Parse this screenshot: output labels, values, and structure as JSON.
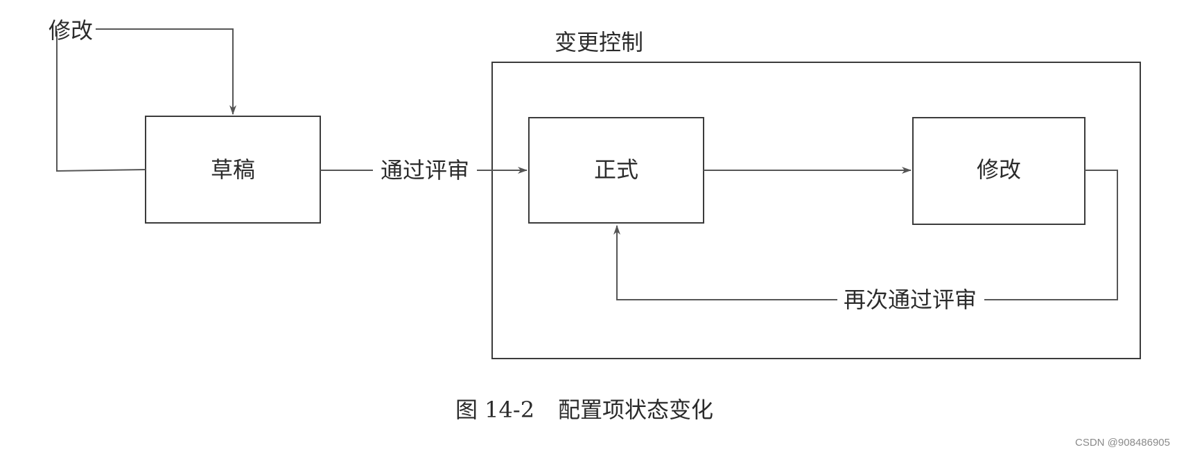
{
  "diagram": {
    "states": {
      "draft": "草稿",
      "formal": "正式",
      "modify": "修改"
    },
    "labels": {
      "self_loop": "修改",
      "pass_review": "通过评审",
      "pass_review_again": "再次通过评审",
      "change_control": "变更控制"
    }
  },
  "caption": {
    "figure_number": "图 14-2",
    "title": "配置项状态变化"
  },
  "watermark": "CSDN @908486905",
  "colors": {
    "line": "#555555",
    "box_border": "#3a3a3a",
    "text": "#2b2b2b",
    "watermark": "#8a8a8a"
  }
}
